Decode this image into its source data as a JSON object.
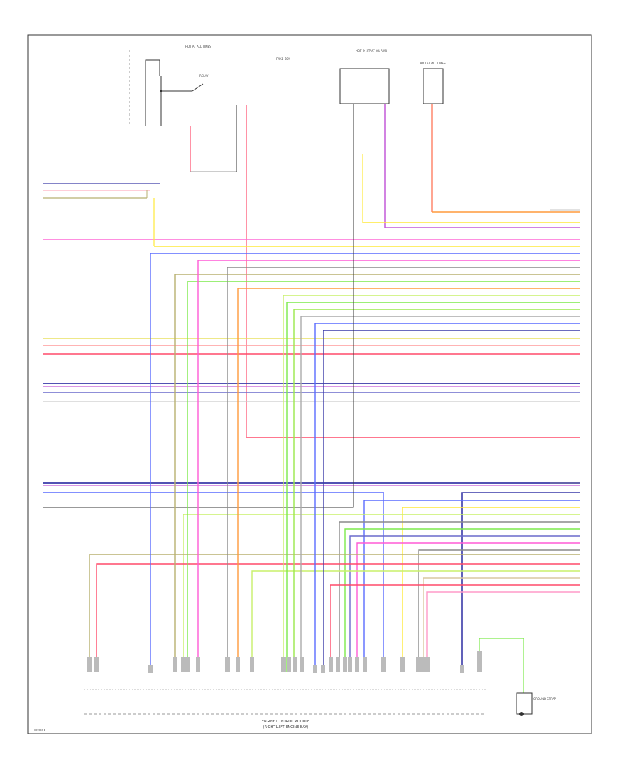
{
  "diagram": {
    "page_code": "W000XX",
    "module_title_line1": "ENGINE CONTROL MODULE",
    "module_title_line2": "(RIGHT LEFT ENGINE BAY)",
    "top_labels": [
      "HOT AT ALL TIMES",
      "FUSE 10A",
      "HOT IN START OR RUN",
      "HOT AT ALL TIMES"
    ],
    "ground_label": "GROUND STRAP",
    "colors": {
      "red": "#ff4a6a",
      "orange": "#ff9a3c",
      "yellow": "#ffe93a",
      "green": "#7cea4a",
      "lime": "#c8f06a",
      "blue": "#5a6bff",
      "violet": "#c45ad8",
      "magenta": "#ff5ad6",
      "pink": "#ff9ac8",
      "gray": "#8a8a8a",
      "olive": "#b8b070",
      "tan": "#d8c8a0",
      "brown": "#8a5a3a",
      "navy": "#3a3aa8",
      "black": "#333333"
    }
  }
}
